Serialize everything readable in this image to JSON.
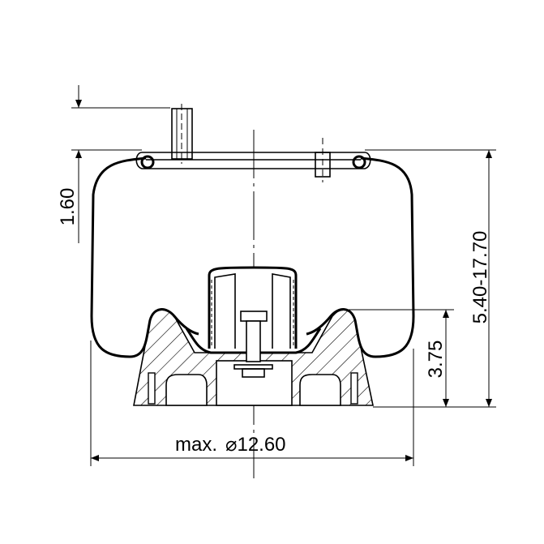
{
  "drawing": {
    "title": "Air spring bellows with piston - dimensional drawing",
    "dimensions": {
      "top_offset": "1.60",
      "height_range": "5.40-17.70",
      "piston_height": "3.75",
      "max_diameter_prefix": "max.",
      "max_diameter_symbol": "⌀",
      "max_diameter_value": "12.60"
    },
    "colors": {
      "line": "#000000",
      "background": "#ffffff"
    }
  }
}
